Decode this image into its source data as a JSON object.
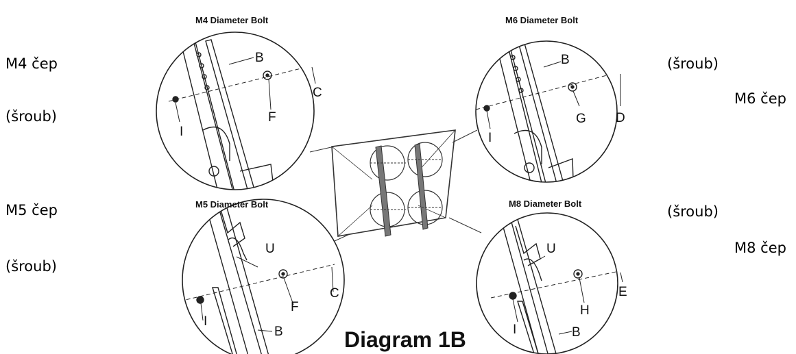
{
  "side_labels": {
    "left_top_1": "M4 čep",
    "left_top_2": "(šroub)",
    "left_bottom_1": "M5 čep",
    "left_bottom_2": "(šroub)",
    "right_top_1": "(šroub)",
    "right_top_2": "M6 čep",
    "right_bottom_1": "(šroub)",
    "right_bottom_2": "M8 čep"
  },
  "diagram": {
    "caption": "Diagram 1B",
    "panels": {
      "m4": {
        "title": "M4 Diameter Bolt",
        "labels": [
          "B",
          "C",
          "F",
          "I"
        ]
      },
      "m6": {
        "title": "M6 Diameter Bolt",
        "labels": [
          "B",
          "D",
          "G",
          "I"
        ]
      },
      "m5": {
        "title": "M5 Diameter Bolt",
        "labels": [
          "U",
          "C",
          "F",
          "I",
          "B"
        ]
      },
      "m8": {
        "title": "M8 Diameter Bolt",
        "labels": [
          "U",
          "E",
          "H",
          "I",
          "B"
        ]
      }
    }
  }
}
